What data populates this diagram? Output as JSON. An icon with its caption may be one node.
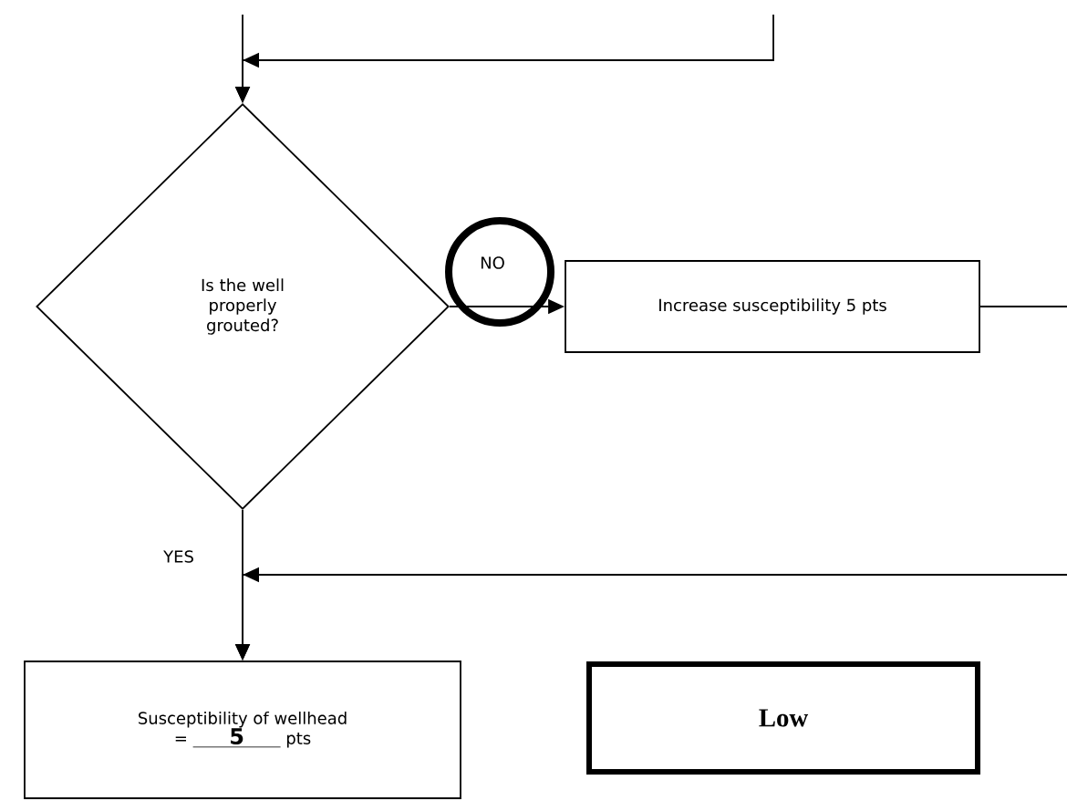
{
  "diagram": {
    "nodes": [
      {
        "text": [
          "Is the well properly grouted?"
        ]
      },
      {
        "text": [
          "Increase susceptibility 5 pts"
        ]
      },
      {
        "text": [
          "Susceptibility of wellhead",
          "=",
          "5",
          "pts"
        ]
      },
      {
        "text": [
          "Low"
        ]
      }
    ],
    "edges": [
      {
        "from": null,
        "to": 0,
        "arrow": "to"
      },
      {
        "from": null,
        "to": 0,
        "arrow": "to"
      },
      {
        "from": 0,
        "to": 1,
        "arrow": "to",
        "label": "NO"
      },
      {
        "from": 1,
        "to": null,
        "arrow": "none"
      },
      {
        "from": null,
        "to": 2,
        "arrow": "to"
      },
      {
        "from": 0,
        "to": 2,
        "arrow": "to",
        "label": "YES"
      }
    ]
  }
}
